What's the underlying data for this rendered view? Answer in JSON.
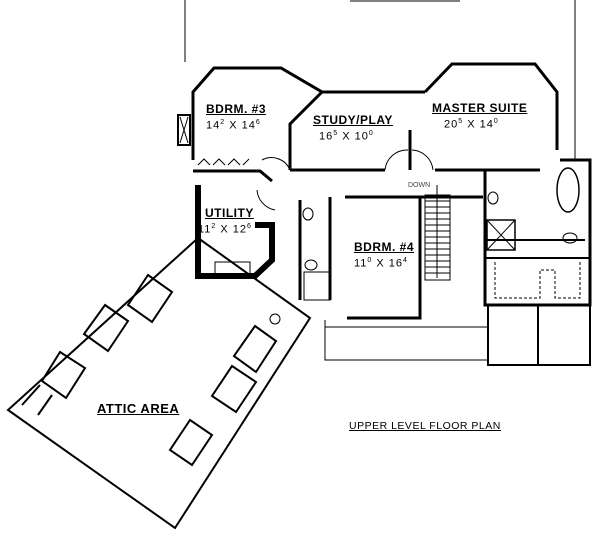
{
  "plan_title": "UPPER LEVEL FLOOR PLAN",
  "rooms": [
    {
      "name": "BDRM. #3",
      "w": "14",
      "w_in": "2",
      "sep": "X",
      "l": "14",
      "l_in": "6"
    },
    {
      "name": "STUDY/PLAY",
      "w": "16",
      "w_in": "5",
      "sep": "X",
      "l": "10",
      "l_in": "0"
    },
    {
      "name": "MASTER SUITE",
      "w": "20",
      "w_in": "5",
      "sep": "X",
      "l": "14",
      "l_in": "0"
    },
    {
      "name": "UTILITY",
      "w": "11",
      "w_in": "2",
      "sep": "X",
      "l": "12",
      "l_in": "6"
    },
    {
      "name": "BDRM. #4",
      "w": "11",
      "w_in": "0",
      "sep": "X",
      "l": "16",
      "l_in": "4"
    }
  ],
  "attic_label": "ATTIC AREA",
  "stair_label": "DOWN",
  "colors": {
    "line": "#000000",
    "background": "#ffffff"
  }
}
